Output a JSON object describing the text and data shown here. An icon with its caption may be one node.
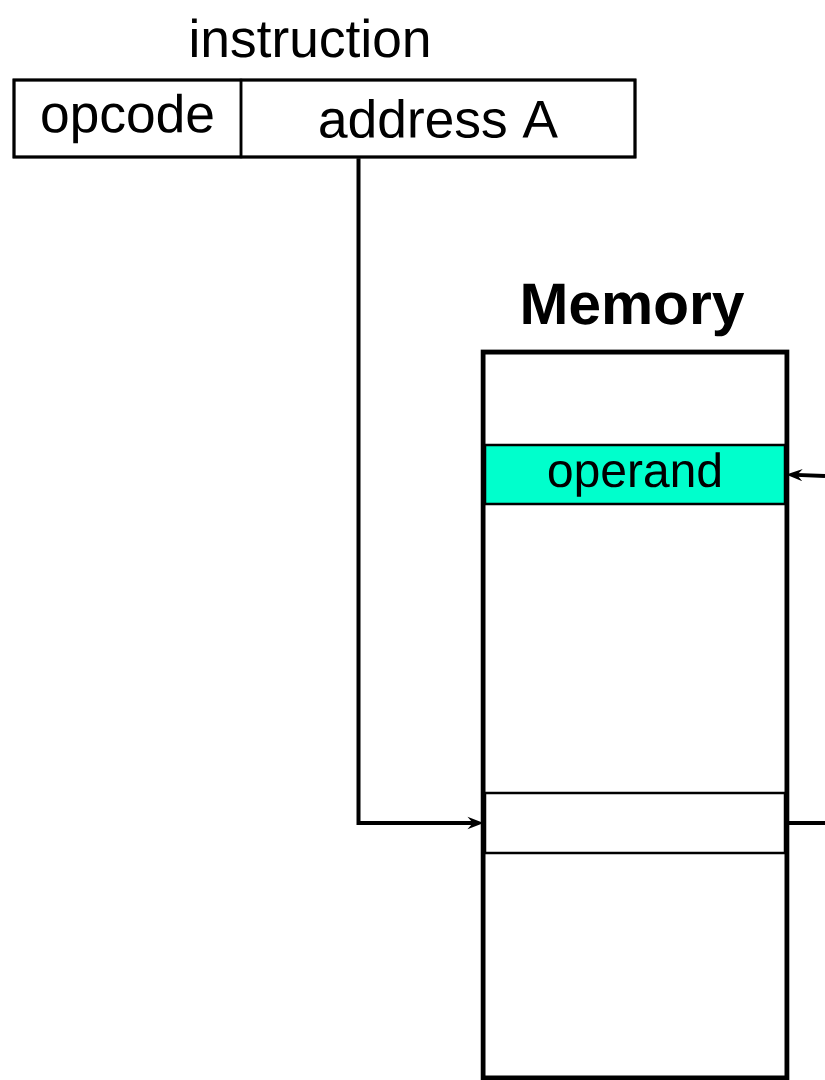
{
  "diagram": {
    "nodes": [
      {
        "text": [
          "instruction"
        ]
      },
      {
        "text": [
          "opcode"
        ],
        "in": 0
      },
      {
        "text": [
          "address A"
        ],
        "in": 0
      },
      {
        "text": [
          "Memory"
        ]
      },
      {
        "text": [
          "operand"
        ],
        "in": 3
      },
      {
        "text": [],
        "shape": "box",
        "in": 3
      }
    ],
    "edges": [
      {
        "from": 2,
        "to": 5,
        "arrow": "to"
      },
      {
        "from": 5,
        "to": null,
        "arrow": "none"
      },
      {
        "from": null,
        "to": 4,
        "arrow": "to"
      }
    ]
  }
}
